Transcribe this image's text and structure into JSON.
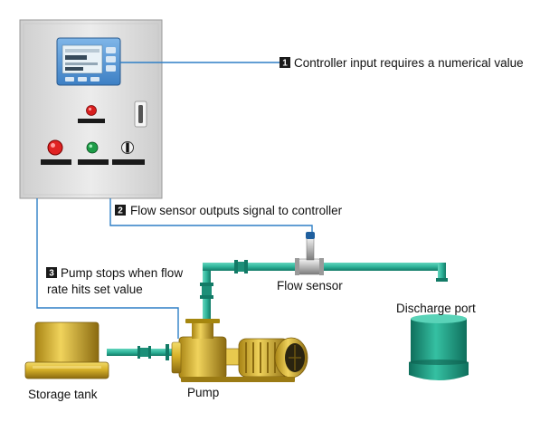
{
  "callouts": [
    {
      "number": "1",
      "text": "Controller input requires a numerical value"
    },
    {
      "number": "2",
      "text": "Flow sensor outputs signal to controller"
    },
    {
      "number": "3",
      "lines": [
        "Pump stops when flow",
        "rate hits set value"
      ]
    }
  ],
  "labels": {
    "flow_sensor": "Flow sensor",
    "discharge_port": "Discharge port",
    "storage_tank": "Storage tank",
    "pump": "Pump"
  },
  "colors": {
    "signal_line": "#2e7fc6",
    "pipe": "#2fb49a",
    "pipe_dark": "#127a66",
    "brass": "#d7b129",
    "brass_dark": "#8a6a10",
    "discharge_tank": "#1f9a80",
    "cabinet": "#e2e2e2",
    "badge": "#1a1a1a"
  },
  "icons": [
    "controller-screen-icon",
    "indicator-lamp-icon",
    "selector-switch-icon"
  ]
}
